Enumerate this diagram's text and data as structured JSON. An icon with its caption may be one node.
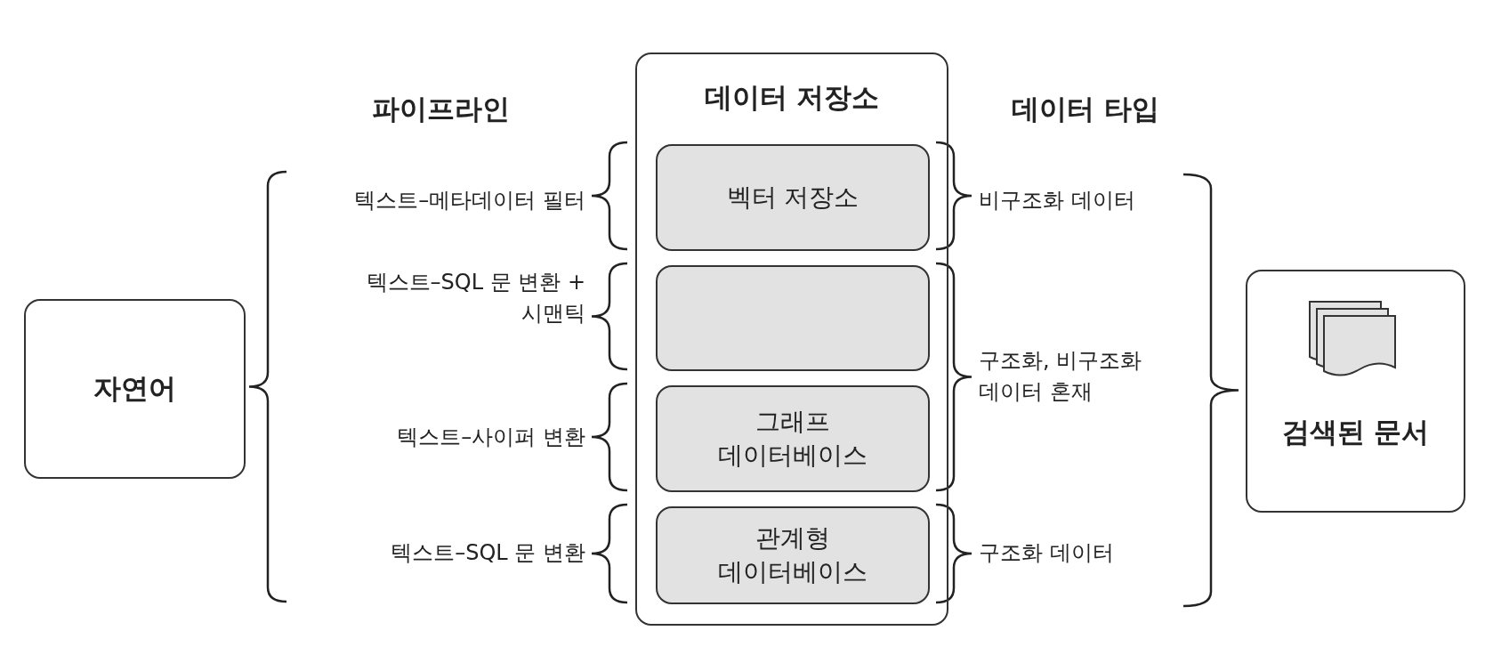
{
  "diagram": {
    "nodes": [
      {
        "text": [
          "자연어"
        ]
      },
      {
        "text": [
          "데이터 저장소"
        ]
      },
      {
        "text": [
          "벡터 저장소"
        ],
        "in": 1
      },
      {
        "text": [],
        "shape": "box",
        "in": 1
      },
      {
        "text": [
          "그래프 데이터베이스"
        ],
        "in": 1
      },
      {
        "text": [
          "관계형 데이터베이스"
        ],
        "in": 1
      },
      {
        "text": [
          "검색된 문서"
        ]
      }
    ],
    "labels": [
      "파이프라인",
      "데이터 타입",
      "텍스트–메타데이터 필터",
      "비구조화 데이터",
      "텍스트–SQL 문 변환 + 시맨틱",
      "구조화, 비구조화 데이터 혼재",
      "텍스트–사이퍼 변환",
      "텍스트–SQL 문 변환",
      "구조화 데이터"
    ]
  }
}
